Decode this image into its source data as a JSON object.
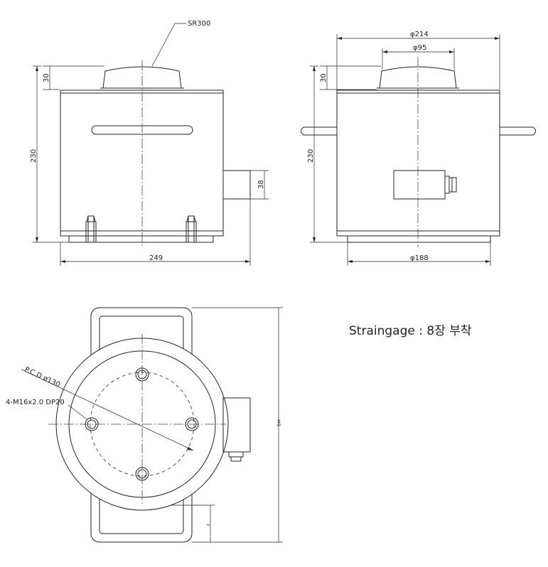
{
  "front_view": {
    "sr_label": "SR300",
    "dim_top": "30",
    "dim_height": "230",
    "dim_conn": "38",
    "dim_width": "249"
  },
  "side_view": {
    "dim_outer_dia": "φ214",
    "dim_button_dia": "φ95",
    "dim_top": "30",
    "dim_height": "230",
    "dim_base_dia": "φ188"
  },
  "top_view": {
    "pcd_label": "P.C.D ø130",
    "hole_label": "4-M16x2.0 DP20",
    "dim_right": "ᴮᴹ",
    "dim_small": "ᵋ"
  },
  "note": {
    "text": "Straingage : 8장 부착"
  }
}
